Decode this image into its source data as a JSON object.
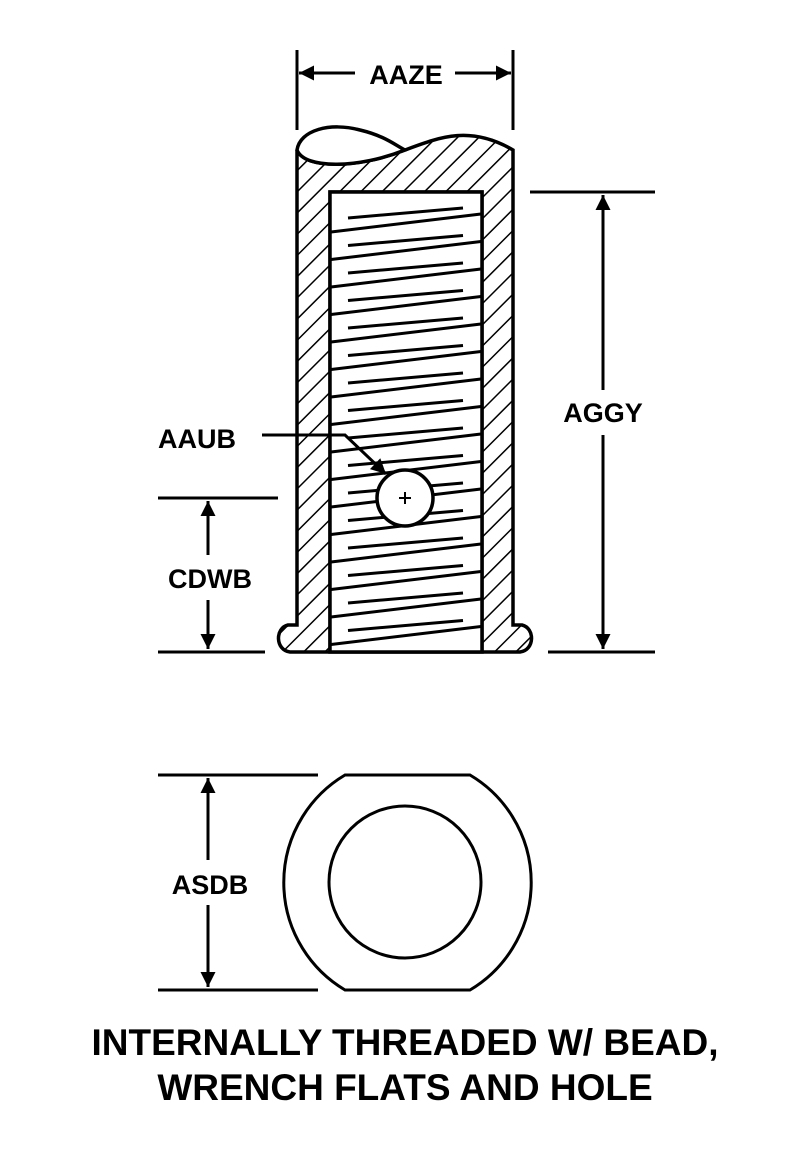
{
  "dimensions": {
    "width_label": "AAZE",
    "length_label": "AGGY",
    "hole_label": "AAUB",
    "hole_location_label": "CDWB",
    "flats_label": "ASDB"
  },
  "caption": {
    "line1": "INTERNALLY THREADED W/ BEAD,",
    "line2": "WRENCH FLATS AND HOLE"
  },
  "colors": {
    "ink": "#000000",
    "background": "#ffffff"
  }
}
